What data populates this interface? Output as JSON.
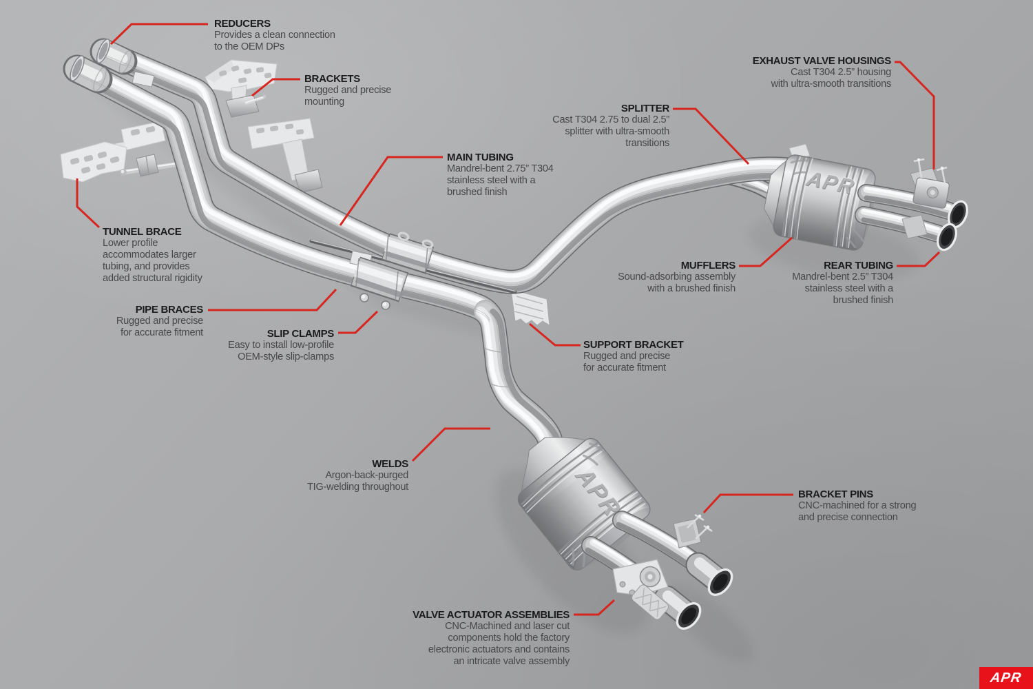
{
  "colors": {
    "background_light": "#b2b3b5",
    "background_dark": "#9a9b9d",
    "callout_red": "#d7251f",
    "logo_red": "#e8121a",
    "logo_text_color": "#ffffff",
    "heading_color": "#1b1b1d",
    "body_color": "#47474a",
    "metal_highlight": "#f7f8f9",
    "metal_mid": "#c9cacc",
    "metal_shadow": "#7e7f82"
  },
  "branding": {
    "corner_logo": "APR",
    "muffler_logo": "APR"
  },
  "labels": {
    "reducers": {
      "title": "REDUCERS",
      "lines": [
        "Provides a clean connection",
        "to the OEM DPs"
      ]
    },
    "brackets": {
      "title": "BRACKETS",
      "lines": [
        "Rugged and precise",
        "mounting"
      ]
    },
    "main_tubing": {
      "title": "MAIN TUBING",
      "lines": [
        "Mandrel-bent 2.75” T304",
        "stainless steel with a",
        "brushed finish"
      ]
    },
    "tunnel_brace": {
      "title": "TUNNEL BRACE",
      "lines": [
        "Lower profile",
        "accommodates larger",
        "tubing, and provides",
        "added structural rigidity"
      ]
    },
    "pipe_braces": {
      "title": "PIPE BRACES",
      "lines": [
        "Rugged and precise",
        "for accurate fitment"
      ]
    },
    "slip_clamps": {
      "title": "SLIP CLAMPS",
      "lines": [
        "Easy to install low-profile",
        "OEM-style slip-clamps"
      ]
    },
    "splitter": {
      "title": "SPLITTER",
      "lines": [
        "Cast T304 2.75 to dual 2.5”",
        "splitter with ultra-smooth",
        "transitions"
      ]
    },
    "exhaust_valve_housings": {
      "title": "EXHAUST VALVE HOUSINGS",
      "lines": [
        "Cast T304 2.5” housing",
        "with ultra-smooth transitions"
      ]
    },
    "mufflers": {
      "title": "MUFFLERS",
      "lines": [
        "Sound-adsorbing assembly",
        "with a brushed finish"
      ]
    },
    "rear_tubing": {
      "title": "REAR TUBING",
      "lines": [
        "Mandrel-bent 2.5” T304",
        "stainless steel with a",
        "brushed finish"
      ]
    },
    "support_bracket": {
      "title": "SUPPORT BRACKET",
      "lines": [
        "Rugged and precise",
        "for accurate fitment"
      ]
    },
    "welds": {
      "title": "WELDS",
      "lines": [
        "Argon-back-purged",
        "TIG-welding throughout"
      ]
    },
    "bracket_pins": {
      "title": "BRACKET PINS",
      "lines": [
        "CNC-machined for a strong",
        "and precise connection"
      ]
    },
    "valve_actuator_assemblies": {
      "title": "VALVE ACTUATOR ASSEMBLIES",
      "lines": [
        "CNC-Machined and laser cut",
        "components hold the factory",
        "electronic actuators and contains",
        "an intricate valve assembly"
      ]
    }
  }
}
